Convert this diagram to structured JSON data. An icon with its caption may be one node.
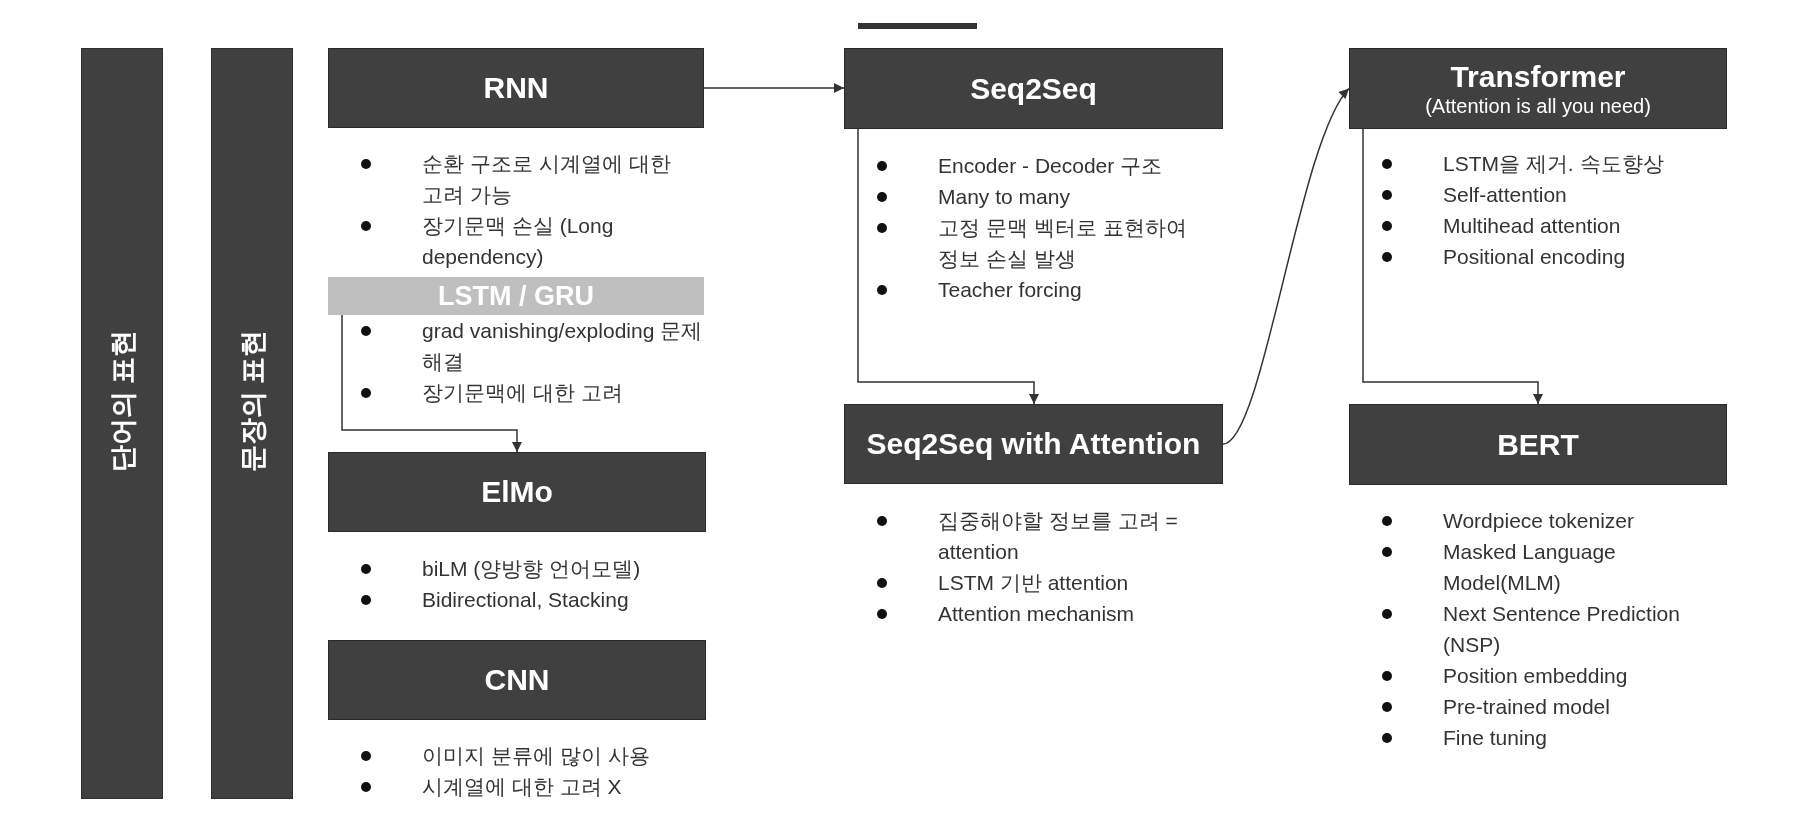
{
  "diagram": {
    "nodes": [
      {
        "text": [
          "단어의 표현"
        ]
      },
      {
        "text": [
          "문장의 표현"
        ]
      },
      {
        "text": [
          "RNN"
        ],
        "beside": [
          "순환 구조로 시계열에 대한 고려 가능",
          "장기문맥 손실 (Long dependency)"
        ]
      },
      {
        "text": [
          "LSTM / GRU"
        ],
        "beside": [
          "grad vanishing/exploding 문제 해결",
          "장기문맥에 대한 고려"
        ]
      },
      {
        "text": [
          "ElMo"
        ],
        "beside": [
          "biLM (양방향 언어모델)",
          "Bidirectional, Stacking"
        ]
      },
      {
        "text": [
          "CNN"
        ],
        "beside": [
          "이미지 분류에 많이 사용",
          "시계열에 대한 고려 X"
        ]
      },
      {
        "text": [
          "Seq2Seq"
        ],
        "beside": [
          "Encoder - Decoder 구조",
          "Many to many",
          "고정 문맥 벡터로 표현하여 정보 손실 발생",
          "Teacher forcing"
        ]
      },
      {
        "text": [
          "Seq2Seq with Attention"
        ],
        "beside": [
          "집중해야할 정보를 고려 = attention",
          "LSTM 기반 attention",
          "Attention mechanism"
        ]
      },
      {
        "text": [
          "Transformer",
          "(Attention is all you need)"
        ],
        "beside": [
          "LSTM을 제거. 속도향상",
          "Self-attention",
          "Multihead attention",
          "Positional encoding"
        ]
      },
      {
        "text": [
          "BERT"
        ],
        "beside": [
          "Wordpiece tokenizer",
          "Masked Language Model(MLM)",
          "Next Sentence Prediction (NSP)",
          "Position embedding",
          "Pre-trained model",
          "Fine tuning"
        ]
      }
    ],
    "edges": [
      {
        "from": 2,
        "to": 6,
        "arrow": "to"
      },
      {
        "from": 3,
        "to": 4,
        "arrow": "to"
      },
      {
        "from": 6,
        "to": 7,
        "arrow": "to"
      },
      {
        "from": 7,
        "to": 8,
        "arrow": "to"
      },
      {
        "from": 8,
        "to": 9,
        "arrow": "to"
      }
    ]
  }
}
